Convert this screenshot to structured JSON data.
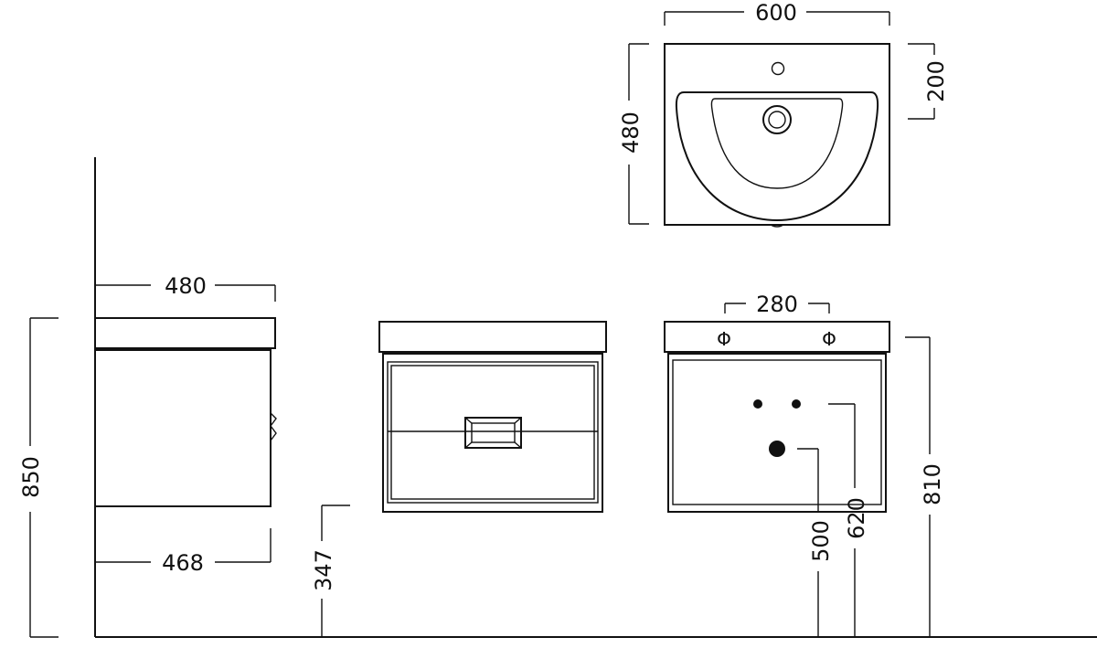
{
  "dimensions": {
    "top_width": "600",
    "top_depth": "480",
    "top_tap_offset": "200",
    "side_top_depth": "480",
    "side_cabinet_depth": "468",
    "overall_height": "850",
    "floor_to_cabinet": "347",
    "tap_centers": "280",
    "supply_height": "620",
    "waste_height": "500",
    "top_height": "810"
  },
  "symbols": {
    "tap_left": "Φ",
    "tap_right": "Φ"
  }
}
